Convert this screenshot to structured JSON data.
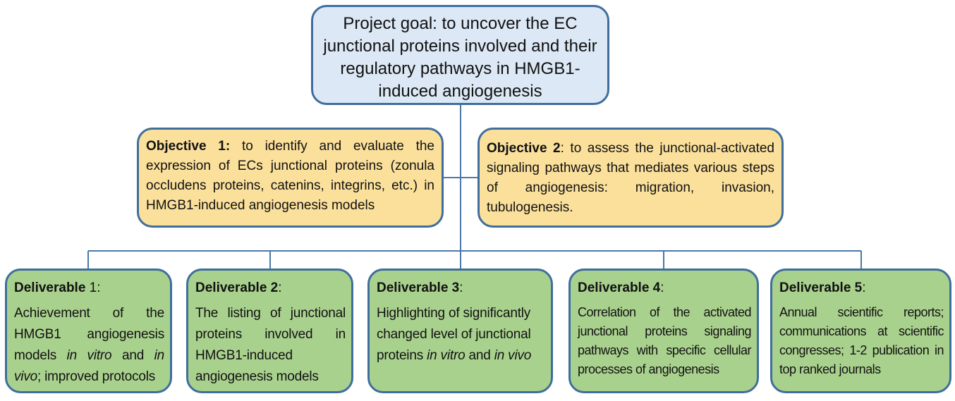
{
  "goal": {
    "text": "Project goal: to uncover the EC junctional proteins involved and their regulatory pathways in HMGB1-induced angiogenesis"
  },
  "objectives": [
    {
      "label": "Objective 1:",
      "text": " to identify and evaluate the expression of ECs junctional proteins (zonula occludens proteins, catenins, integrins, etc.) in HMGB1-induced angiogenesis models"
    },
    {
      "label": "Objective 2",
      "text": ": to assess the junctional-activated signaling pathways that mediates various steps of angiogenesis: migration, invasion, tubulogenesis."
    }
  ],
  "deliverables": [
    {
      "label": "Deliverable",
      "label_suffix": " 1:",
      "text_1": "Achievement of the HMGB1 angiogenesis models ",
      "italic_1": "in vitro",
      "text_2": " and ",
      "italic_2": "in vivo",
      "text_3": "; improved protocols"
    },
    {
      "label": "Deliverable 2",
      "label_suffix": ":",
      "text": "The listing of junctional proteins involved in HMGB1-induced angiogenesis models"
    },
    {
      "label": "Deliverable 3",
      "label_suffix": ":",
      "text_1": "Highlighting of significantly changed level of junctional proteins ",
      "italic_1": "in vitro",
      "text_2": " and ",
      "italic_2": "in vivo"
    },
    {
      "label": "Deliverable 4",
      "label_suffix": ":",
      "text": "Correlation of the activated junctional proteins signaling pathways with specific cellular processes of angiogenesis"
    },
    {
      "label": "Deliverable 5",
      "label_suffix": ":",
      "text": "Annual scientific reports; communications at scientific congresses; 1-2 publication in top ranked journals"
    }
  ],
  "colors": {
    "border": "#3f6e9d",
    "goal_fill": "#dce8f5",
    "objective_fill": "#fbe09c",
    "deliverable_fill": "#a9d18e",
    "connector": "#4a78a8"
  }
}
